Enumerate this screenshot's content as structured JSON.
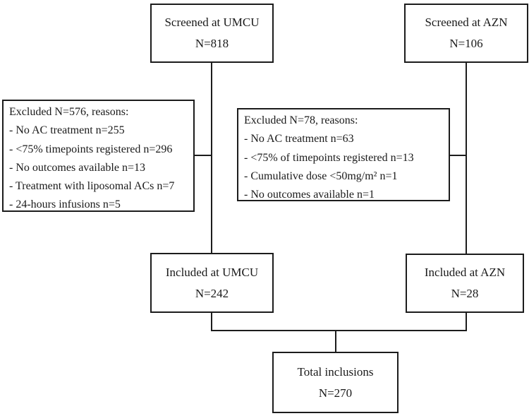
{
  "diagram": {
    "type": "consort-flowchart",
    "colors": {
      "border": "#1c1c1c",
      "text": "#1a1a1a",
      "background": "#ffffff"
    }
  },
  "boxes": {
    "screened_umcu": {
      "line1": "Screened at UMCU",
      "line2": "N=818"
    },
    "screened_azn": {
      "line1": "Screened at AZN",
      "line2": "N=106"
    },
    "excluded_umcu": {
      "header": "Excluded N=576, reasons:",
      "reasons": [
        "- No AC treatment n=255",
        "- <75% timepoints registered n=296",
        "- No outcomes available n=13",
        "- Treatment with liposomal ACs n=7",
        "- 24-hours infusions n=5"
      ]
    },
    "excluded_azn": {
      "header": "Excluded N=78, reasons:",
      "reasons": [
        "- No AC treatment n=63",
        "- <75% of timepoints registered n=13",
        "- Cumulative dose <50mg/m² n=1",
        "- No outcomes available n=1"
      ]
    },
    "included_umcu": {
      "line1": "Included at UMCU",
      "line2": "N=242"
    },
    "included_azn": {
      "line1": "Included at AZN",
      "line2": "N=28"
    },
    "total": {
      "line1": "Total inclusions",
      "line2": "N=270"
    }
  }
}
